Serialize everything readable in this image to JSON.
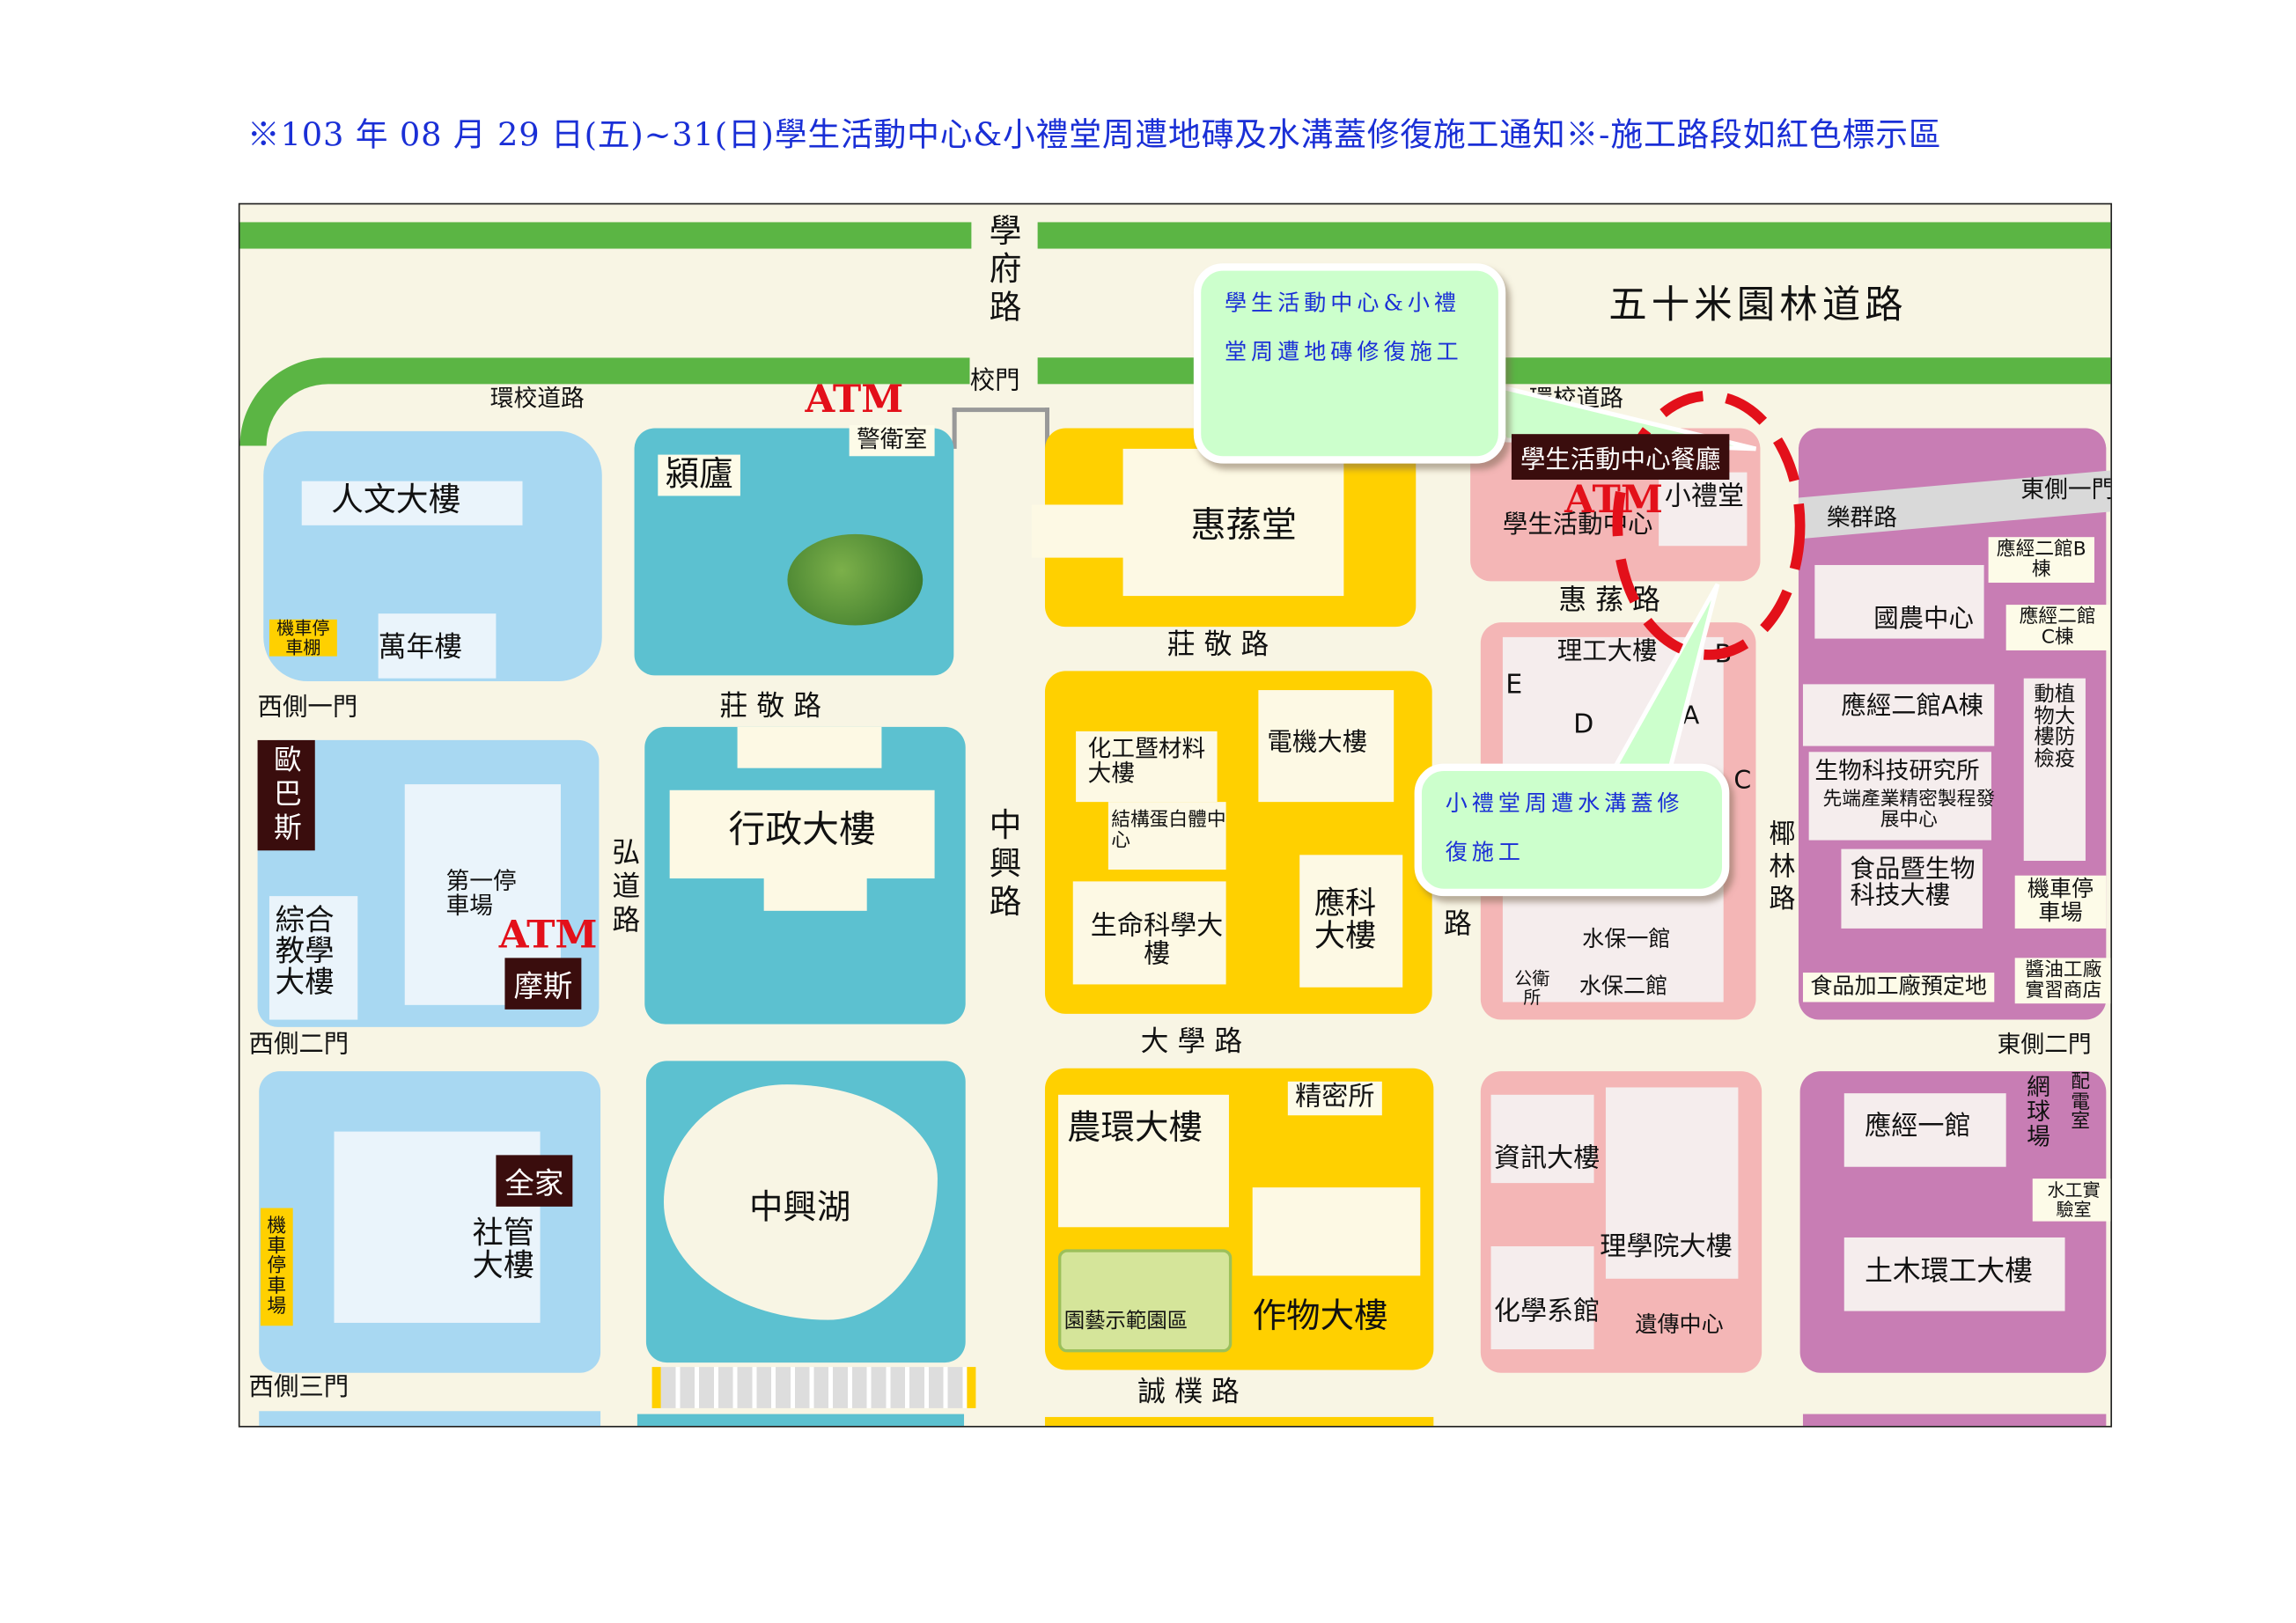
{
  "title": "※103 年 08 月 29 日(五)~31(日)學生活動中心&小禮堂周遭地磚及水溝蓋修復施工通知※-施工路段如紅色標示區",
  "roads": {
    "xuefu": "學府路",
    "gate": "校門",
    "wushimi": "五十米園林道路",
    "huanxiao_left": "環校道路",
    "huanxiao_right": "環校道路",
    "zhuangjing_mid": "莊 敬 路",
    "zhuangjing_left": "莊 敬 路",
    "zhongxing": "中興路",
    "hongdao": "弘道路",
    "huisun": "惠 蓀 路",
    "daxue": "大 學 路",
    "chengpu": "誠 樸 路",
    "yelin": "椰林路",
    "lequn": "樂群路",
    "road_left_of_pink": "路"
  },
  "gates": {
    "west1": "西側一門",
    "west2": "西側二門",
    "west3": "西側三門",
    "east1": "東側一門",
    "east2": "東側二門"
  },
  "buildings": {
    "renwen": "人文大樓",
    "wannian": "萬年樓",
    "moto1": "機車停車棚",
    "yinglu": "潁廬",
    "guard": "警衛室",
    "huisuntang": "惠蓀堂",
    "student_center": "學生活動中心",
    "chapel": "小禮堂",
    "dark_label": "學生活動中心餐廳",
    "ligong": "理工大樓",
    "ougbas": "歐巴斯",
    "zonghe": "綜合教學大樓",
    "parking1": "第一停車場",
    "mos": "摩斯",
    "xingzheng": "行政大樓",
    "huagong": "化工暨材料大樓",
    "dianji": "電機大樓",
    "jiegou": "結構蛋白體中心",
    "shengming": "生命科學大樓",
    "yingke": "應科大樓",
    "guonong": "國農中心",
    "yingjing2b": "應經二館B棟",
    "yingjing2c": "應經二館C棟",
    "yingjing2a": "應經二館A棟",
    "dongzhi": "動植物大樓防檢疫",
    "shengwu": "生物科技研究所",
    "xianduan": "先端產業精密製程發展中心",
    "shipin": "食品暨生物科技大樓",
    "moto_east": "機車停車場",
    "shipin_jiagong": "食品加工廠預定地",
    "jiangyou": "醬油工廠實習商店",
    "shuibao1": "水保一館",
    "shuibao2": "水保二館",
    "gongwei": "公衛所",
    "ligong_a": "A",
    "ligong_b": "B",
    "ligong_c": "C",
    "ligong_d": "D",
    "ligong_e": "E",
    "zhongxinghu": "中興湖",
    "nonghuan": "農環大樓",
    "jingmi": "精密所",
    "yuanyi": "園藝示範園區",
    "zuowu": "作物大樓",
    "quanjia": "全家",
    "sheguan": "社管大樓",
    "moto_west": "機車停車場",
    "zixun": "資訊大樓",
    "lixueyuan": "理學院大樓",
    "huaxue": "化學系館",
    "yichuan": "遺傳中心",
    "yingjing1": "應經一館",
    "wangqiu": "網球場",
    "peidian": "配電室",
    "shuigong": "水工實驗室",
    "tumu": "土木環工大樓"
  },
  "atm": "ATM",
  "bubbles": {
    "top": "學生活動中心&小禮堂周遭地磚修復施工",
    "bottom": "小禮堂周遭水溝蓋修復施工"
  },
  "colors": {
    "construction_zone": "#e3101a",
    "bubble": "#ccffcc",
    "title": "#1a2fd6"
  }
}
